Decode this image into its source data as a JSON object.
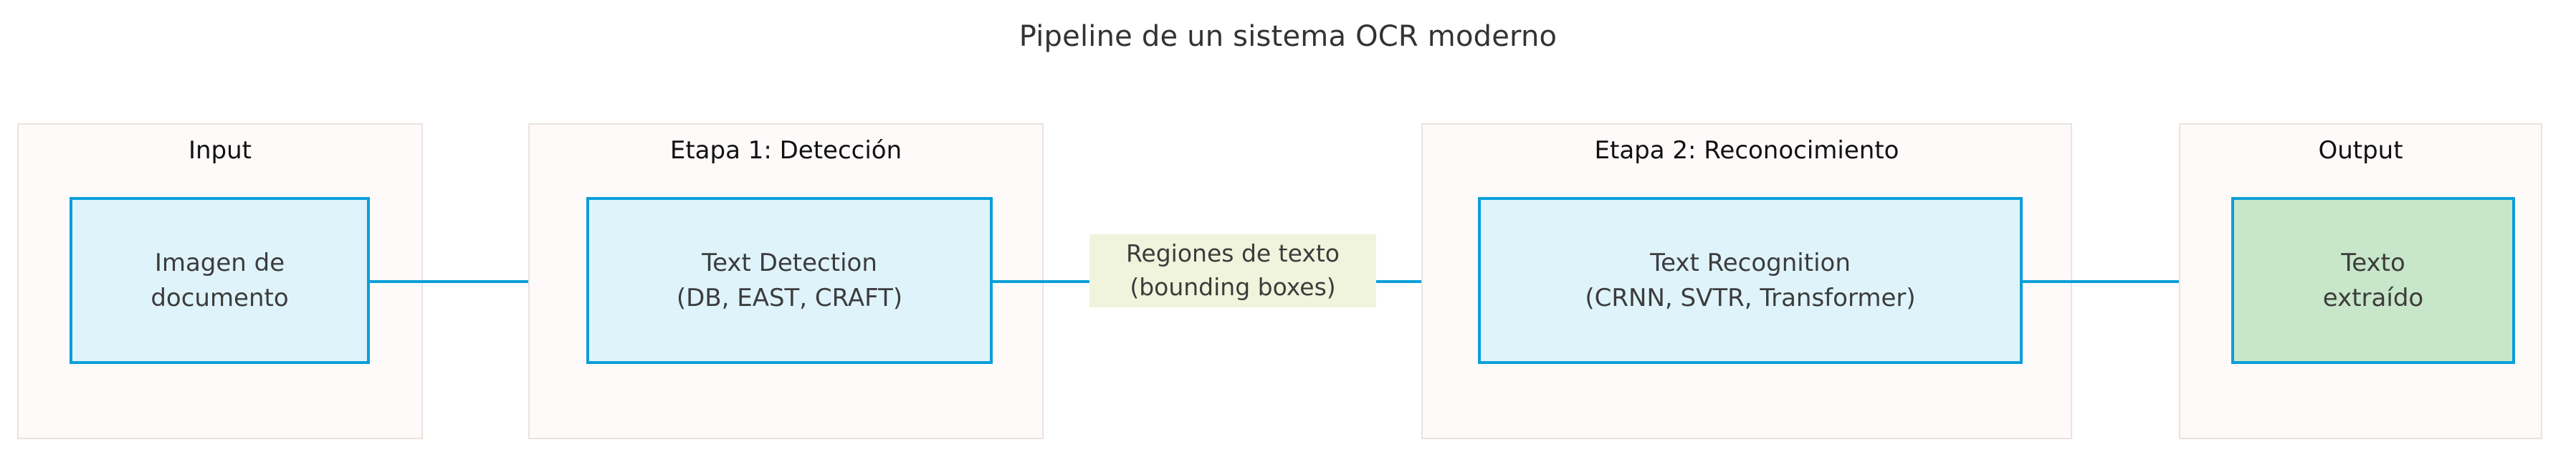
{
  "diagram": {
    "title": "Pipeline de un sistema OCR moderno",
    "type": "flowchart",
    "direction": "left-to-right",
    "colors": {
      "accent": "#0b9fd8",
      "node_fill_blue": "#dff3fb",
      "node_fill_green": "#c8e6c9",
      "cluster_fill": "#fdfaf9",
      "cluster_border": "#eae3df",
      "edge_label_fill": "#f0f4dc",
      "text": "#3c3c3c",
      "title_text": "#333333"
    },
    "clusters": [
      {
        "id": "input",
        "label": "Input",
        "node": {
          "id": "imagen-documento",
          "line1": "Imagen de",
          "line2": "documento",
          "fill": "blue"
        }
      },
      {
        "id": "etapa-1",
        "label": "Etapa 1: Detección",
        "node": {
          "id": "text-detection",
          "line1": "Text Detection",
          "line2": "(DB, EAST, CRAFT)",
          "fill": "blue"
        }
      },
      {
        "id": "etapa-2",
        "label": "Etapa 2: Reconocimiento",
        "node": {
          "id": "text-recognition",
          "line1": "Text Recognition",
          "line2": "(CRNN, SVTR, Transformer)",
          "fill": "blue"
        }
      },
      {
        "id": "output",
        "label": "Output",
        "node": {
          "id": "texto-extraido",
          "line1": "Texto",
          "line2": "extraído",
          "fill": "green"
        }
      }
    ],
    "edges": [
      {
        "id": "edge-input-to-detection",
        "from": "imagen-documento",
        "to": "text-detection",
        "label": ""
      },
      {
        "id": "edge-detection-to-recognition",
        "from": "text-detection",
        "to": "text-recognition",
        "label_line1": "Regiones de texto",
        "label_line2": "(bounding boxes)"
      },
      {
        "id": "edge-recognition-to-output",
        "from": "text-recognition",
        "to": "texto-extraido",
        "label": ""
      }
    ]
  }
}
